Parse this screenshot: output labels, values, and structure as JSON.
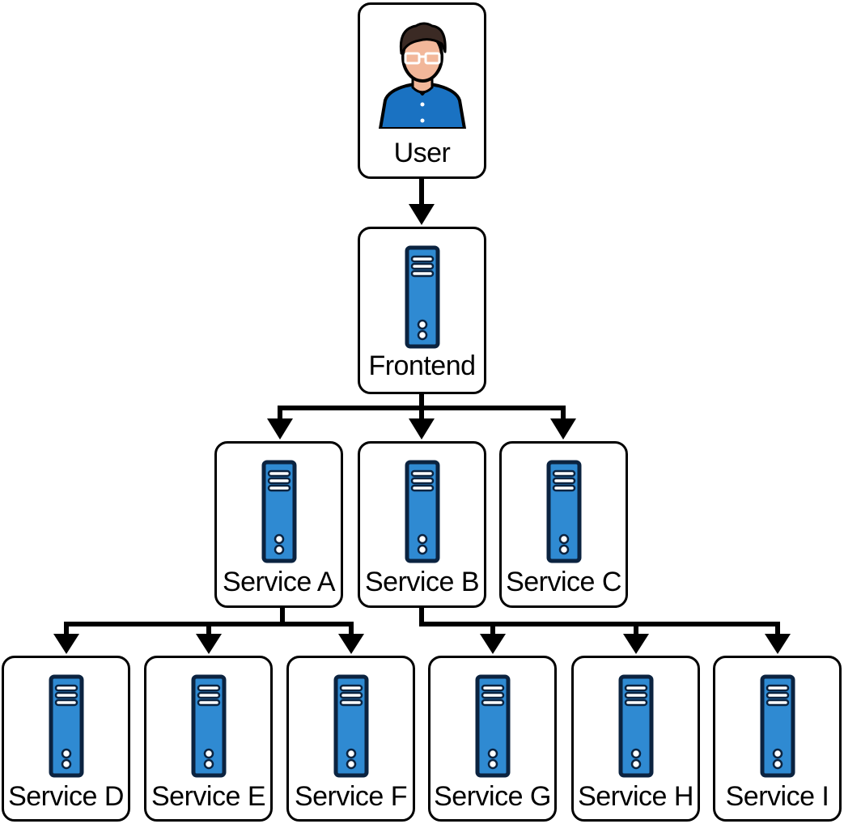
{
  "nodes": {
    "user": {
      "label": "User",
      "icon": "user-icon"
    },
    "frontend": {
      "label": "Frontend",
      "icon": "server-icon"
    },
    "service_a": {
      "label": "Service A",
      "icon": "server-icon"
    },
    "service_b": {
      "label": "Service B",
      "icon": "server-icon"
    },
    "service_c": {
      "label": "Service C",
      "icon": "server-icon"
    },
    "service_d": {
      "label": "Service D",
      "icon": "server-icon"
    },
    "service_e": {
      "label": "Service E",
      "icon": "server-icon"
    },
    "service_f": {
      "label": "Service F",
      "icon": "server-icon"
    },
    "service_g": {
      "label": "Service G",
      "icon": "server-icon"
    },
    "service_h": {
      "label": "Service H",
      "icon": "server-icon"
    },
    "service_i": {
      "label": "Service I",
      "icon": "server-icon"
    }
  },
  "edges": [
    {
      "from": "user",
      "to": "frontend"
    },
    {
      "from": "frontend",
      "to": "service_a"
    },
    {
      "from": "frontend",
      "to": "service_b"
    },
    {
      "from": "frontend",
      "to": "service_c"
    },
    {
      "from": "service_a",
      "to": "service_d"
    },
    {
      "from": "service_a",
      "to": "service_e"
    },
    {
      "from": "service_a",
      "to": "service_f"
    },
    {
      "from": "service_b",
      "to": "service_g"
    },
    {
      "from": "service_b",
      "to": "service_h"
    },
    {
      "from": "service_b",
      "to": "service_i"
    }
  ],
  "colors": {
    "server_blue": "#2f8ad2",
    "server_dark": "#0b3a66",
    "shirt_blue": "#1a72c2",
    "skin": "#f2b79a",
    "hair": "#3b2a24"
  }
}
